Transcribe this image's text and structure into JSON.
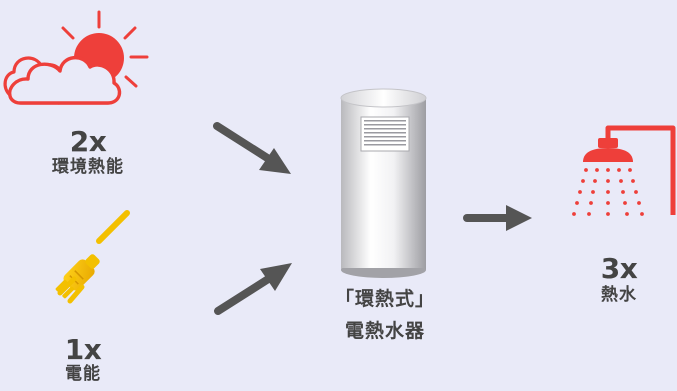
{
  "colors": {
    "background": "#e9eaf8",
    "text": "#444444",
    "red": "#ee3f3a",
    "yellow": "#f3c000",
    "arrow": "#555555"
  },
  "ambient": {
    "multiplier": "2x",
    "label": "環境熱能",
    "icon": "sun-cloud-icon"
  },
  "electric": {
    "multiplier": "1x",
    "label": "電能",
    "icon": "plug-icon"
  },
  "heater": {
    "line1": "「環熱式」",
    "line2": "電熱水器",
    "icon": "water-heater-icon"
  },
  "output": {
    "multiplier": "3x",
    "label": "熱水",
    "icon": "shower-icon"
  }
}
